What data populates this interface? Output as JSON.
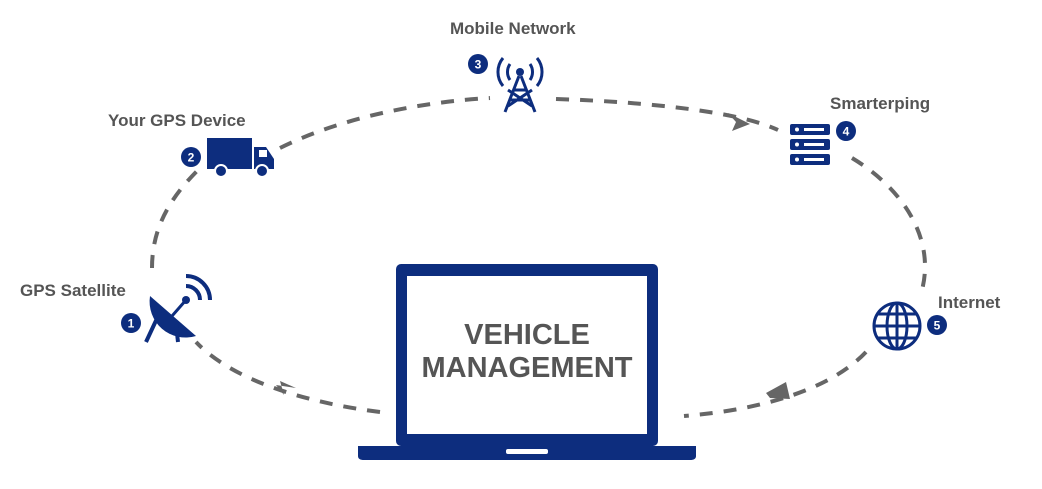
{
  "colors": {
    "primary": "#0d2d7e",
    "path": "#666666",
    "label": "#555555"
  },
  "laptop": {
    "line1": "VEHICLE",
    "line2": "MANAGEMENT"
  },
  "steps": [
    {
      "number": "1",
      "label": "GPS Satellite",
      "icon": "satellite-dish-icon"
    },
    {
      "number": "2",
      "label": "Your GPS Device",
      "icon": "truck-icon"
    },
    {
      "number": "3",
      "label": "Mobile Network",
      "icon": "cell-tower-icon"
    },
    {
      "number": "4",
      "label": "Smarterping",
      "icon": "server-icon"
    },
    {
      "number": "5",
      "label": "Internet",
      "icon": "globe-icon"
    }
  ]
}
